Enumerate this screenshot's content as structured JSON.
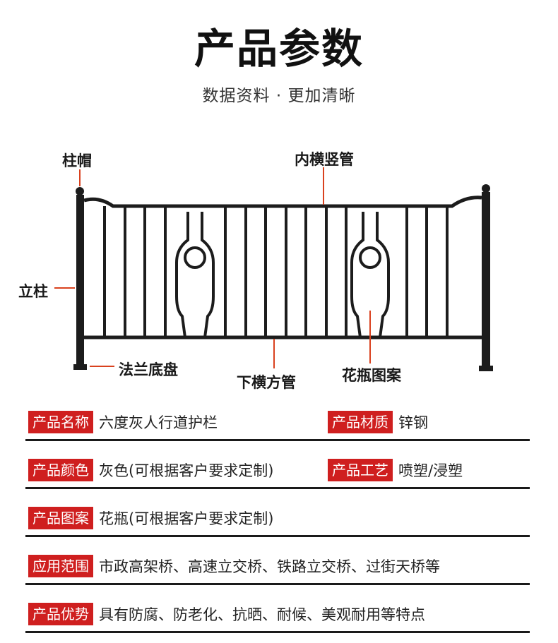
{
  "header": {
    "title": "产品参数",
    "subtitle": "数据资料 · 更加清晰"
  },
  "diagram": {
    "labels": {
      "cap": "柱帽",
      "inner_tube": "内横竖管",
      "post": "立柱",
      "flange": "法兰底盘",
      "bottom_tube": "下横方管",
      "vase": "花瓶图案"
    },
    "colors": {
      "rail": "#1c1c1c",
      "leader": "#d9411e"
    }
  },
  "specs": {
    "name": {
      "label": "产品名称",
      "value": "六度灰人行道护栏"
    },
    "material": {
      "label": "产品材质",
      "value": "锌钢"
    },
    "color": {
      "label": "产品颜色",
      "value": "灰色(可根据客户要求定制)"
    },
    "craft": {
      "label": "产品工艺",
      "value": "喷塑/浸塑"
    },
    "pattern": {
      "label": "产品图案",
      "value": "花瓶(可根据客户要求定制)"
    },
    "usage": {
      "label": "应用范围",
      "value": "市政高架桥、高速立交桥、铁路立交桥、过街天桥等"
    },
    "advantage": {
      "label": "产品优势",
      "value": "具有防腐、防老化、抗晒、耐候、美观耐用等特点"
    }
  },
  "accent_color": "#cf1f1f"
}
